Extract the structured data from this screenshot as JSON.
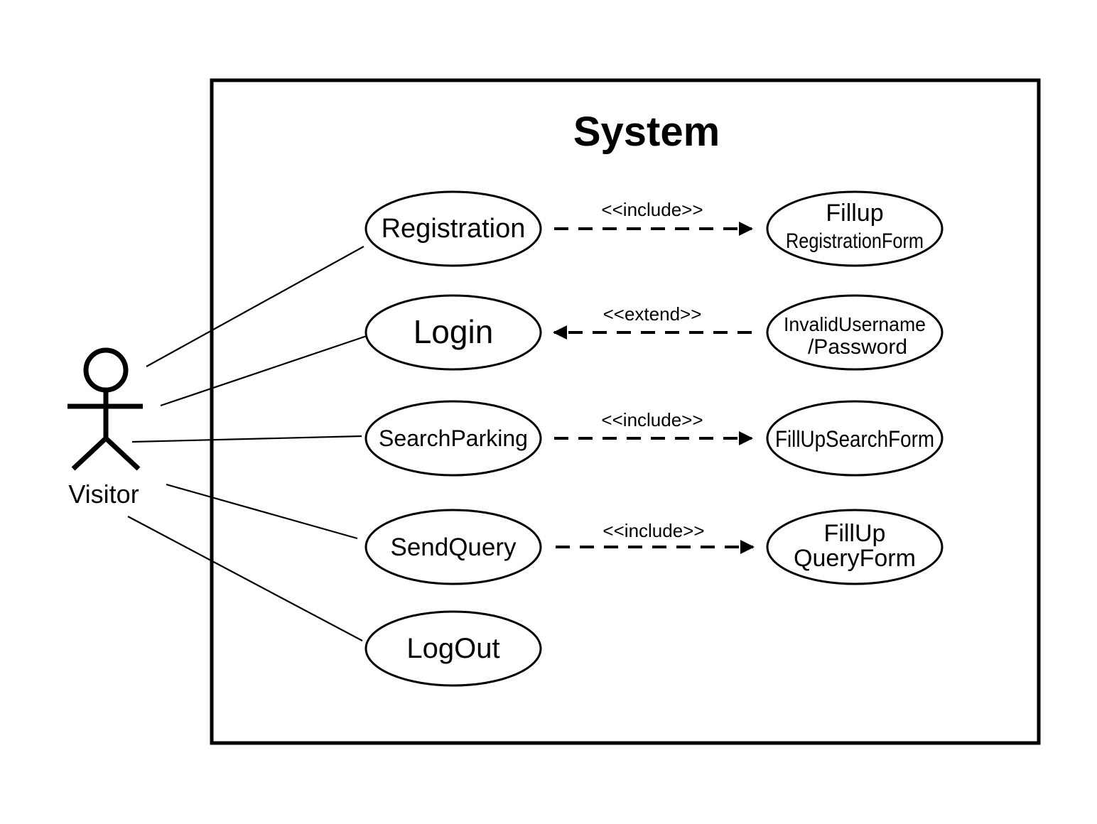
{
  "system": {
    "title": "System"
  },
  "actor": {
    "name": "Visitor"
  },
  "use_cases": [
    {
      "id": "registration",
      "label": "Registration"
    },
    {
      "id": "login",
      "label": "Login"
    },
    {
      "id": "search-parking",
      "label": "SearchParking"
    },
    {
      "id": "send-query",
      "label": "SendQuery"
    },
    {
      "id": "logout",
      "label": "LogOut"
    }
  ],
  "related_use_cases": [
    {
      "id": "fillup-registration-form",
      "line1": "Fillup",
      "line2": "RegistrationForm"
    },
    {
      "id": "invalid-username-password",
      "line1": "InvalidUsername",
      "line2": "/Password"
    },
    {
      "id": "fillup-search-form",
      "line1": "FillUpSearchForm"
    },
    {
      "id": "fillup-query-form",
      "line1": "FillUp",
      "line2": "QueryForm"
    }
  ],
  "relationships": [
    {
      "from": "Registration",
      "to": "Fillup RegistrationForm",
      "type": "include",
      "label": "<<include>>"
    },
    {
      "from": "InvalidUsername /Password",
      "to": "Login",
      "type": "extend",
      "label": "<<extend>>"
    },
    {
      "from": "SearchParking",
      "to": "FillUpSearchForm",
      "type": "include",
      "label": "<<include>>"
    },
    {
      "from": "SendQuery",
      "to": "FillUp QueryForm",
      "type": "include",
      "label": "<<include>>"
    }
  ]
}
